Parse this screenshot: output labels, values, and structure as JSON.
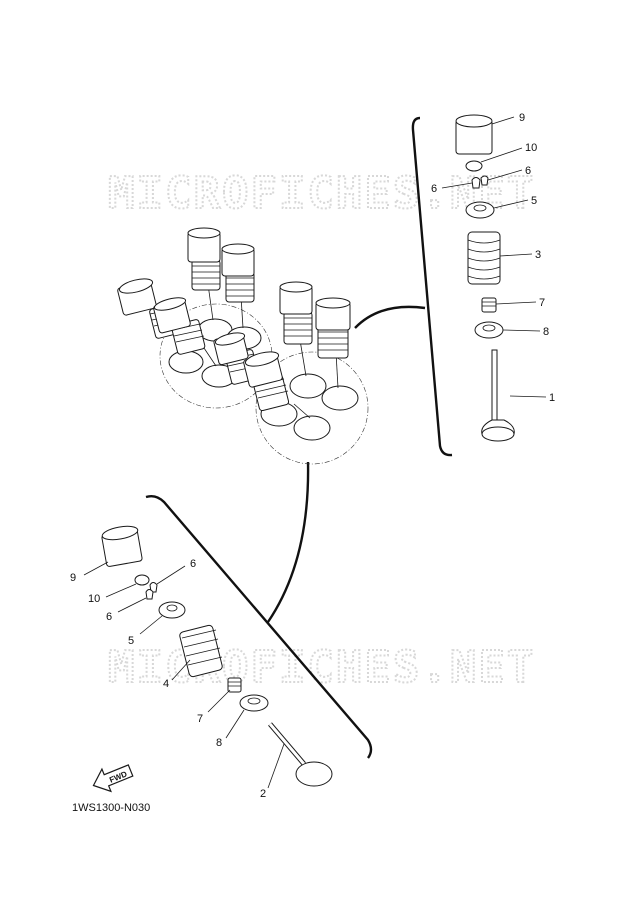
{
  "watermark": "MICROFICHES.NET",
  "diagram_code": "1WS1300-N030",
  "fwd_label": "FWD",
  "callouts_upper": [
    "9",
    "10",
    "6",
    "6",
    "5",
    "3",
    "7",
    "8",
    "1"
  ],
  "callouts_lower": [
    "9",
    "10",
    "6",
    "6",
    "5",
    "4",
    "7",
    "8",
    "2"
  ]
}
